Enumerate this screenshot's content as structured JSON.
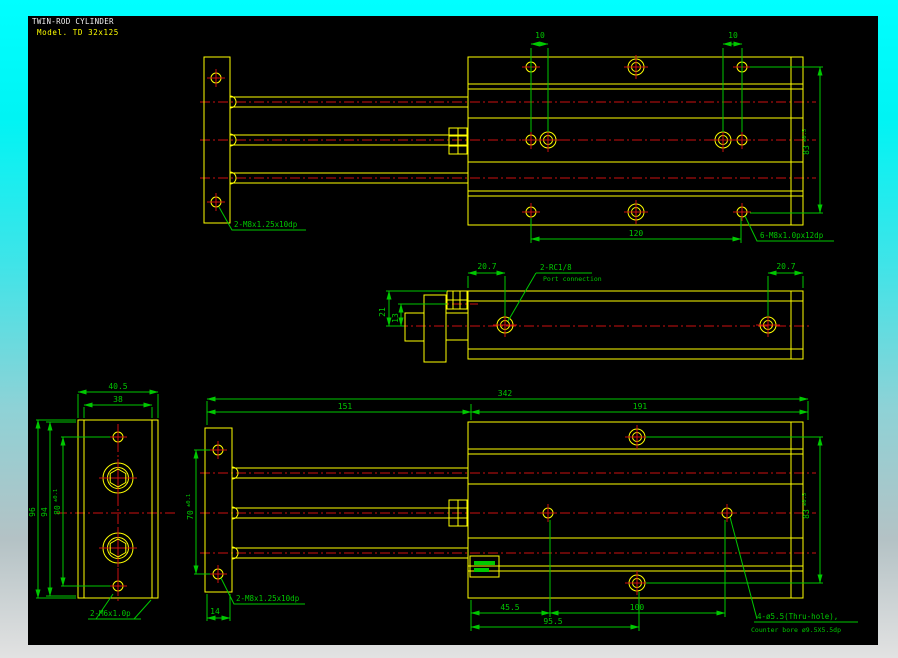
{
  "colors": {
    "border_top": "#00ffff",
    "border_bottom": "#e2e2e2",
    "canvas": "#000000",
    "geometry": "#ffff00",
    "centerline": "#cc1111",
    "dimension": "#00c800",
    "title_text": "#f0f0f0",
    "model_text": "#ffff00"
  },
  "title": {
    "line1": "TWIN-ROD CYLINDER",
    "line2": "Model. TD 32x125"
  },
  "top_view": {
    "dim_hole_pitch_left": "10",
    "dim_hole_pitch_right": "10",
    "dim_mount_pitch": "120",
    "dim_width": "83",
    "dim_width_tol": "±0.5",
    "note_plate_thread": "2-M8x1.25x10dp",
    "note_body_thread": "6-M8x1.0px12dp"
  },
  "side_view": {
    "dim_port_left": "20.7",
    "dim_port_right": "20.7",
    "dim_height_21": "21",
    "dim_height_13": "13",
    "note_port_line1": "2-RC1/8",
    "note_port_line2": "Port connection"
  },
  "end_view": {
    "dim_width_outer": "40.5",
    "dim_width_inner": "38",
    "dim_height_96": "96",
    "dim_height_94": "94",
    "dim_hole_pitch": "80",
    "dim_hole_pitch_tol": "±0.1",
    "note_thread": "2-M6x1.0p"
  },
  "front_view": {
    "dim_total": "342",
    "dim_left": "151",
    "dim_right": "191",
    "dim_port_offset": "45.5",
    "dim_hole_span": "100",
    "dim_center_offset": "95.5",
    "dim_plate_thickness": "14",
    "dim_rod_pitch": "70",
    "dim_rod_pitch_tol": "±0.1",
    "dim_width": "83",
    "dim_width_tol": "±0.5",
    "note_plate_thread": "2-M8x1.25x10dp",
    "note_holes_line1": "4-ø5.5(Thru-hole),",
    "note_holes_line2": "Counter bore ø9.5X5.5dp"
  }
}
